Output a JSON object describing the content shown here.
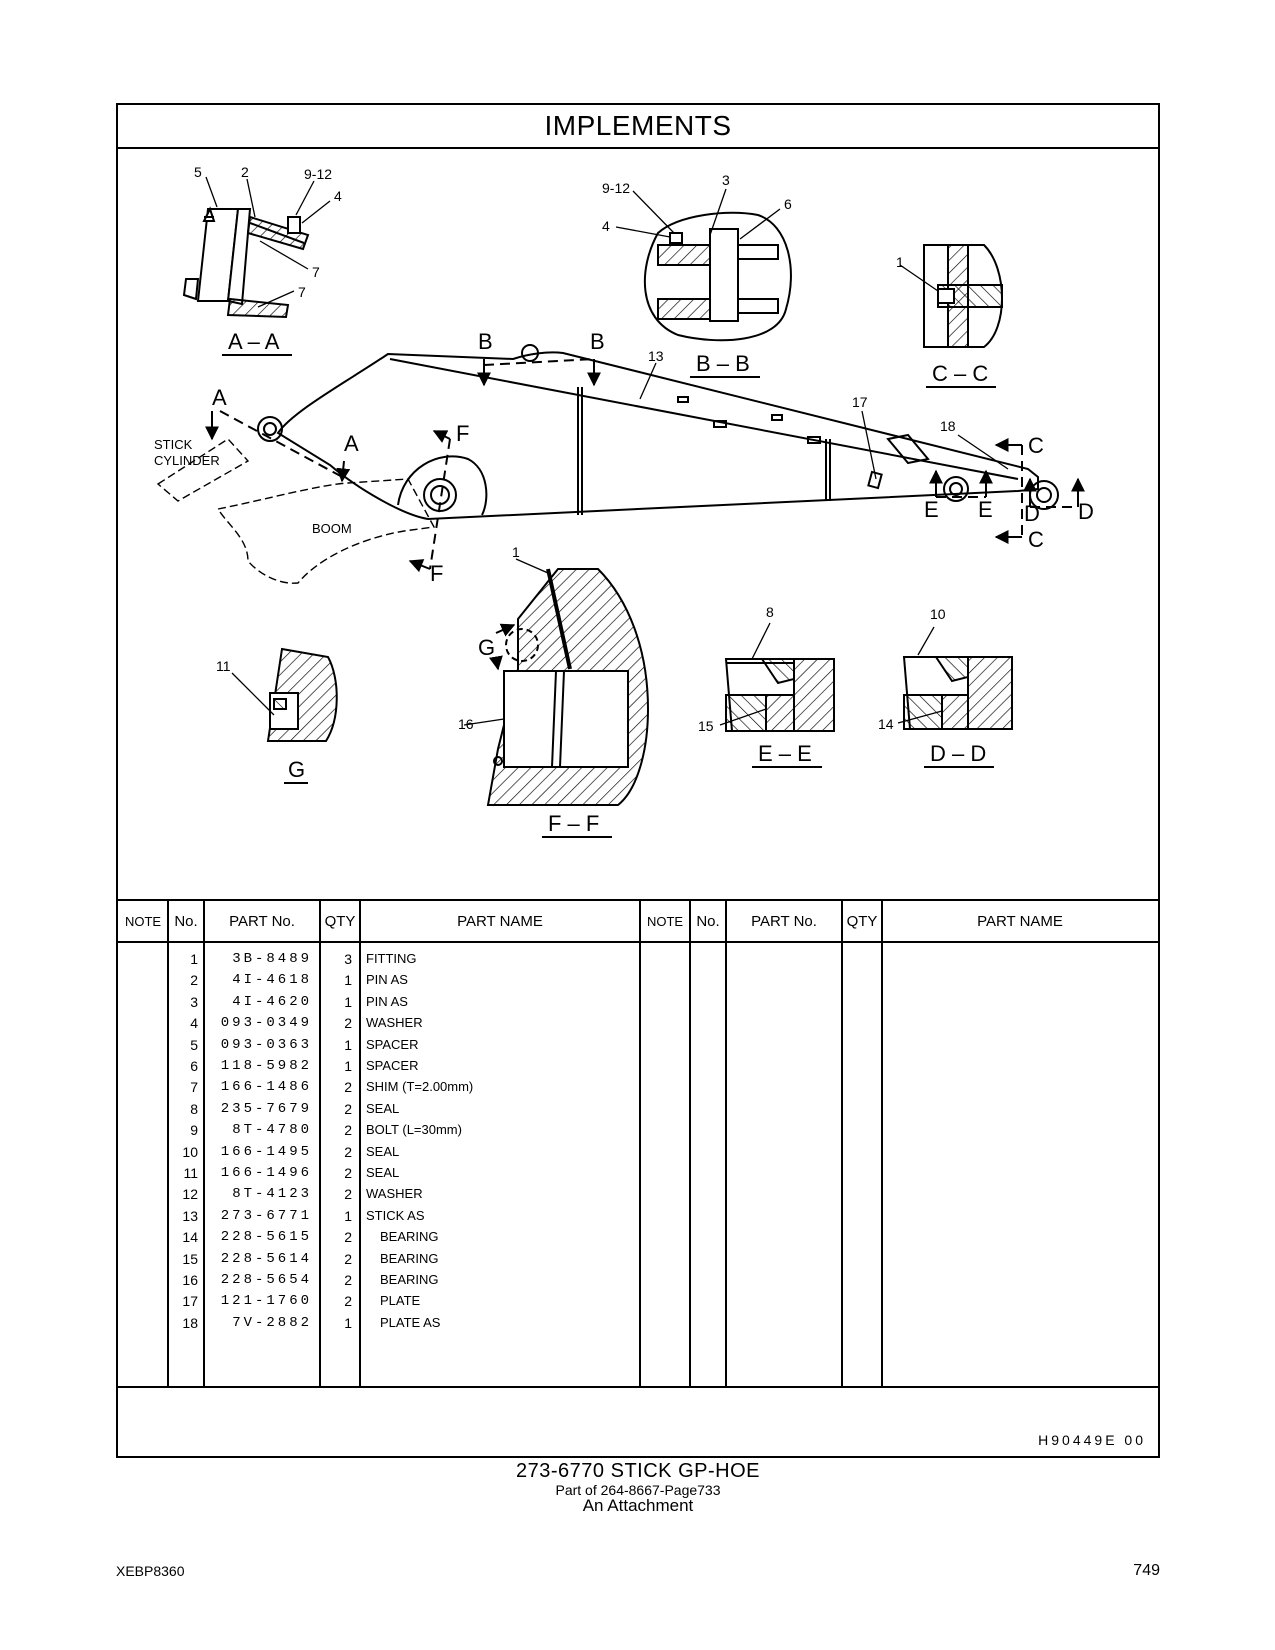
{
  "header": {
    "title": "IMPLEMENTS"
  },
  "diagram": {
    "views": {
      "aa": "A – A",
      "bb": "B – B",
      "cc": "C – C",
      "ee": "E – E",
      "dd": "D – D",
      "ff": "F – F",
      "g": "G"
    },
    "labels": {
      "stick_cylinder_1": "STICK",
      "stick_cylinder_2": "CYLINDER",
      "boom": "BOOM"
    },
    "section_letters": {
      "a": "A",
      "b": "B",
      "c": "C",
      "d": "D",
      "e": "E",
      "f": "F",
      "g": "G"
    },
    "callouts": {
      "c1": "1",
      "c2": "2",
      "c3": "3",
      "c4": "4",
      "c5": "5",
      "c6": "6",
      "c7": "7",
      "c8": "8",
      "c9_12": "9-12",
      "c10": "10",
      "c11": "11",
      "c13": "13",
      "c14": "14",
      "c15": "15",
      "c16": "16",
      "c17": "17",
      "c18": "18"
    }
  },
  "parts_table": {
    "headers": {
      "note": "NOTE",
      "no": "No.",
      "part_no": "PART No.",
      "qty": "QTY",
      "part_name": "PART NAME"
    },
    "rows": [
      {
        "no": "1",
        "part_no": "3B-8489",
        "qty": "3",
        "name": "FITTING"
      },
      {
        "no": "2",
        "part_no": "4I-4618",
        "qty": "1",
        "name": "PIN  AS"
      },
      {
        "no": "3",
        "part_no": "4I-4620",
        "qty": "1",
        "name": "PIN  AS"
      },
      {
        "no": "4",
        "part_no": "093-0349",
        "qty": "2",
        "name": "WASHER"
      },
      {
        "no": "5",
        "part_no": "093-0363",
        "qty": "1",
        "name": "SPACER"
      },
      {
        "no": "6",
        "part_no": "118-5982",
        "qty": "1",
        "name": "SPACER"
      },
      {
        "no": "7",
        "part_no": "166-1486",
        "qty": "2",
        "name": "SHIM (T=2.00mm)"
      },
      {
        "no": "8",
        "part_no": "235-7679",
        "qty": "2",
        "name": "SEAL"
      },
      {
        "no": "9",
        "part_no": "8T-4780",
        "qty": "2",
        "name": "BOLT (L=30mm)"
      },
      {
        "no": "10",
        "part_no": "166-1495",
        "qty": "2",
        "name": "SEAL"
      },
      {
        "no": "11",
        "part_no": "166-1496",
        "qty": "2",
        "name": "SEAL"
      },
      {
        "no": "12",
        "part_no": "8T-4123",
        "qty": "2",
        "name": "WASHER"
      },
      {
        "no": "13",
        "part_no": "273-6771",
        "qty": "1",
        "name": "STICK  AS"
      },
      {
        "no": "14",
        "part_no": "228-5615",
        "qty": "2",
        "name": "BEARING"
      },
      {
        "no": "15",
        "part_no": "228-5614",
        "qty": "2",
        "name": "BEARING"
      },
      {
        "no": "16",
        "part_no": "228-5654",
        "qty": "2",
        "name": "BEARING"
      },
      {
        "no": "17",
        "part_no": "121-1760",
        "qty": "2",
        "name": "PLATE"
      },
      {
        "no": "18",
        "part_no": "7V-2882",
        "qty": "1",
        "name": "PLATE  AS"
      }
    ],
    "drawing_code": "H90449E   00"
  },
  "caption": {
    "title": "273-6770   STICK  GP-HOE",
    "subtitle": "Part of 264-8667-Page733",
    "attachment": "An Attachment"
  },
  "footer": {
    "doc_id": "XEBP8360",
    "page_number": "749"
  }
}
